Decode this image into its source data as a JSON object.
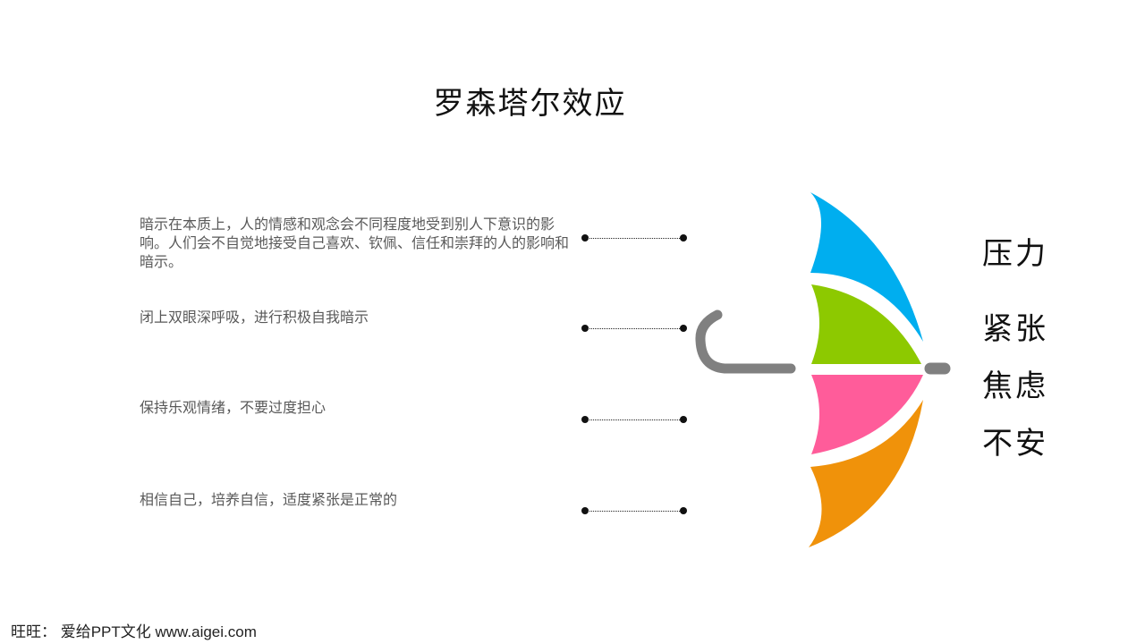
{
  "title": "罗森塔尔效应",
  "items": [
    {
      "text": "暗示在本质上，人的情感和观念会不同程度地受到别人下意识的影响。人们会不自觉地接受自己喜欢、钦佩、信任和崇拜的人的影响和暗示。"
    },
    {
      "text": "闭上双眼深呼吸，进行积极自我暗示"
    },
    {
      "text": "保持乐观情绪，不要过度担心"
    },
    {
      "text": "相信自己，培养自信，适度紧张是正常的"
    }
  ],
  "words": [
    "压力",
    "紧张",
    "焦虑",
    "不安"
  ],
  "footer": "旺旺：  爱给PPT文化 www.aigei.com",
  "colors": {
    "blue": "#00AEEF",
    "green": "#8DC900",
    "pink": "#FF5C9A",
    "orange": "#F0920A",
    "handle": "#808080"
  }
}
